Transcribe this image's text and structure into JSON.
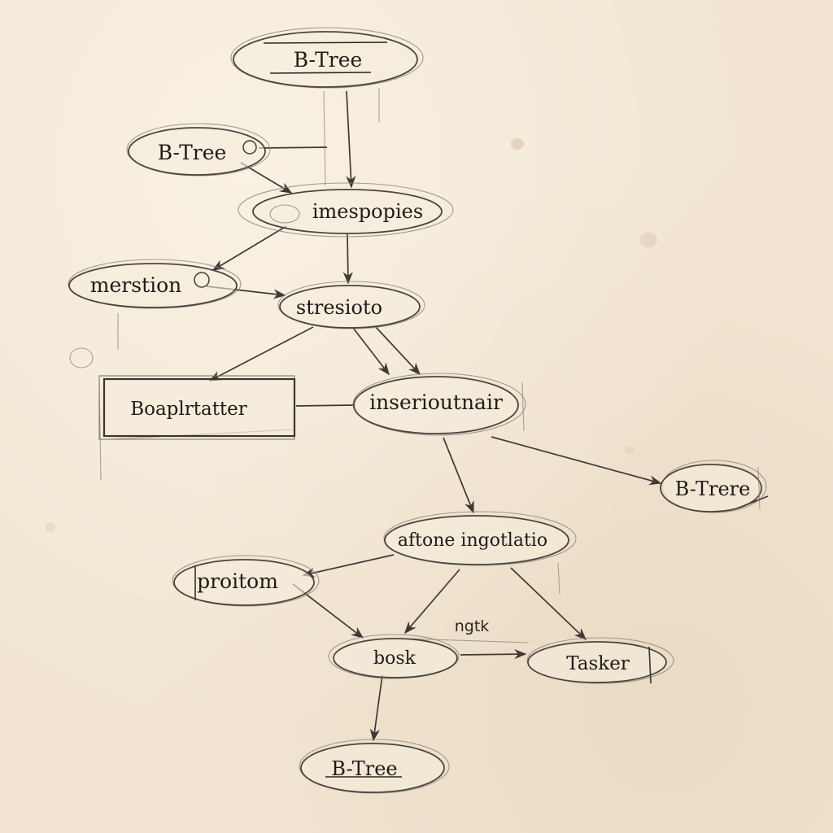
{
  "nodes": {
    "btree_top": "B-Tree",
    "btree_left": "B-Tree",
    "imespopies": "imespopies",
    "merstion": "merstion",
    "stresioto": "stresioto",
    "boaplrtatter": "Boaplrtatter",
    "inserioutnair": "inserioutnair",
    "btree_right": "B-Trere",
    "aftone": "aftone ingotlatio",
    "proitom": "proitom",
    "bosk": "bosk",
    "tasker": "Tasker",
    "btree_bottom": "B-Tree"
  },
  "edge_labels": {
    "ngtk": "ngtk"
  },
  "colors": {
    "paper": "#f2e6d3",
    "ink": "#1e1b18",
    "stroke": "#3f3a35"
  }
}
